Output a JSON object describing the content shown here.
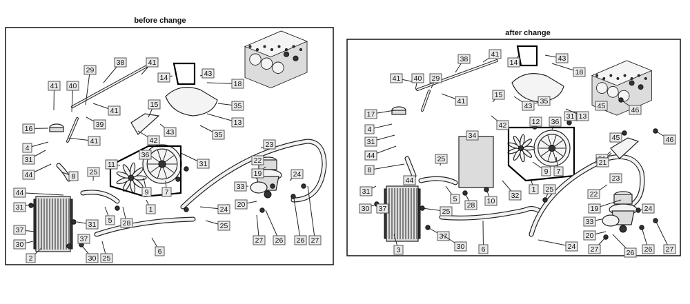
{
  "panels": {
    "before": {
      "title": "before change",
      "labels": [
        "41",
        "40",
        "29",
        "38",
        "41",
        "14",
        "43",
        "18",
        "41",
        "39",
        "16",
        "4",
        "41",
        "31",
        "44",
        "11",
        "36",
        "25",
        "8",
        "44",
        "31",
        "37",
        "30",
        "2",
        "15",
        "42",
        "35",
        "13",
        "35",
        "43",
        "31",
        "9",
        "7",
        "1",
        "5",
        "28",
        "31",
        "37",
        "30",
        "25",
        "6",
        "23",
        "22",
        "19",
        "24",
        "33",
        "20",
        "24",
        "25",
        "27",
        "26",
        "26",
        "27"
      ]
    },
    "after": {
      "title": "after change",
      "labels": [
        "38",
        "41",
        "14",
        "43",
        "18",
        "41",
        "40",
        "29",
        "15",
        "35",
        "41",
        "17",
        "43",
        "45",
        "46",
        "4",
        "31",
        "44",
        "34",
        "12",
        "36",
        "31",
        "42",
        "45",
        "46",
        "8",
        "25",
        "44",
        "21",
        "31",
        "5",
        "32",
        "9",
        "7",
        "22",
        "23",
        "30",
        "37",
        "25",
        "28",
        "10",
        "1",
        "25",
        "19",
        "3",
        "37",
        "30",
        "6",
        "33",
        "20",
        "24",
        "24",
        "27",
        "26",
        "26",
        "27",
        "21",
        "13"
      ]
    }
  }
}
